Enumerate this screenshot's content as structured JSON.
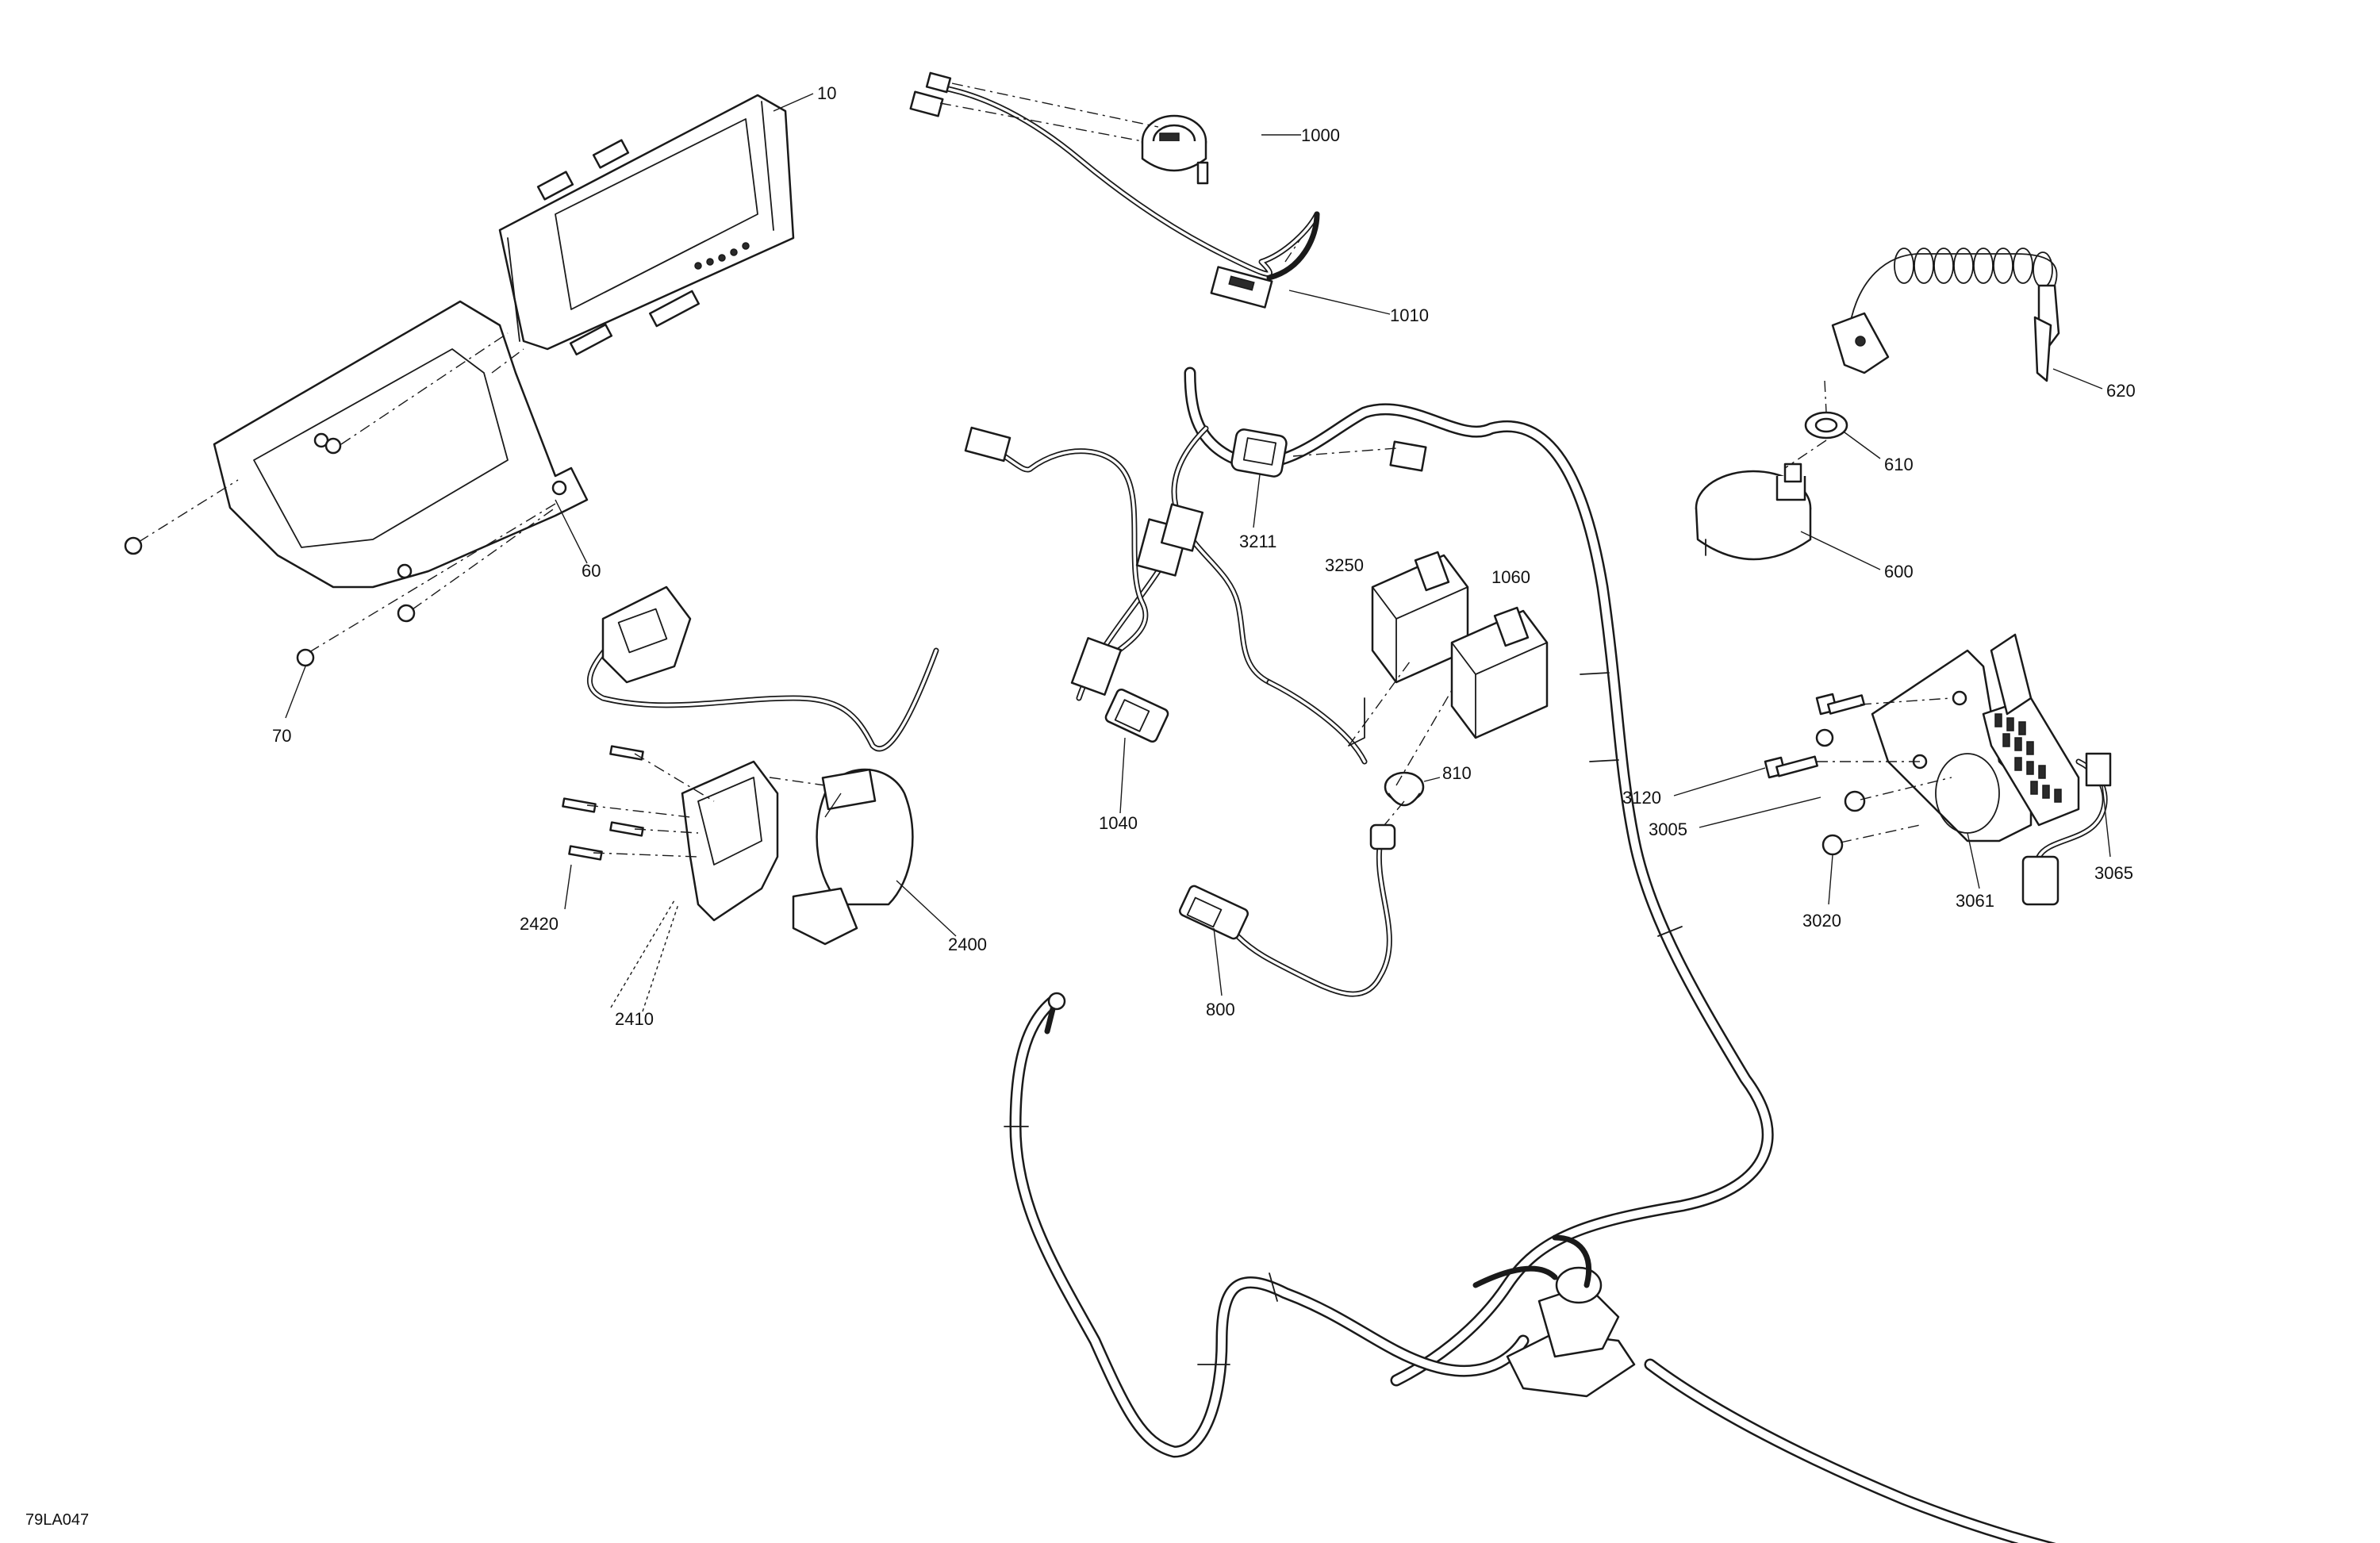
{
  "diagram": {
    "reference_code": "79LA047",
    "callouts": [
      {
        "id": "c10",
        "label": "10"
      },
      {
        "id": "c60",
        "label": "60"
      },
      {
        "id": "c70",
        "label": "70"
      },
      {
        "id": "c1000",
        "label": "1000"
      },
      {
        "id": "c1010",
        "label": "1010"
      },
      {
        "id": "c620",
        "label": "620"
      },
      {
        "id": "c610",
        "label": "610"
      },
      {
        "id": "c600",
        "label": "600"
      },
      {
        "id": "c3211",
        "label": "3211"
      },
      {
        "id": "c3250",
        "label": "3250"
      },
      {
        "id": "c1060",
        "label": "1060"
      },
      {
        "id": "c1040",
        "label": "1040"
      },
      {
        "id": "c810",
        "label": "810"
      },
      {
        "id": "c800",
        "label": "800"
      },
      {
        "id": "c2400",
        "label": "2400"
      },
      {
        "id": "c2410",
        "label": "2410"
      },
      {
        "id": "c2420",
        "label": "2420"
      },
      {
        "id": "c3120",
        "label": "3120"
      },
      {
        "id": "c3005",
        "label": "3005"
      },
      {
        "id": "c3020",
        "label": "3020"
      },
      {
        "id": "c3061",
        "label": "3061"
      },
      {
        "id": "c3065",
        "label": "3065"
      }
    ]
  }
}
